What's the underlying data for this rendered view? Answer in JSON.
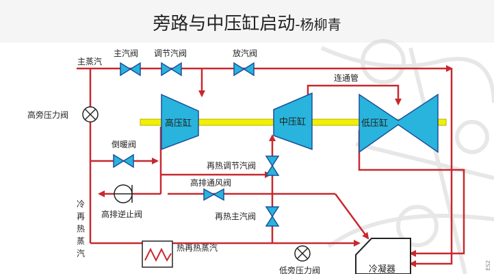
{
  "title": {
    "main": "旁路与中压缸启动",
    "suffix": "-杨柳青"
  },
  "labels": {
    "main_steam": "主蒸汽",
    "main_valve": "主汽阀",
    "control_valve": "调节汽阀",
    "vent_valve": "放汽阀",
    "crossover_pipe": "连通管",
    "hp_bypass_valve": "高旁压力阀",
    "hp_cylinder": "高压缸",
    "ip_cylinder": "中压缸",
    "lp_cylinder": "低压缸",
    "warmup_valve": "倒暖阀",
    "reheat_control_valve": "再热调节汽阀",
    "hp_exhaust_vent_valve": "高排通风阀",
    "cold_reheat_steam": "冷再热蒸汽",
    "hp_exhaust_check_valve": "高排逆止阀",
    "reheat_main_valve": "再热主汽阀",
    "hot_reheat_steam": "热再热蒸汽",
    "lp_bypass_valve": "低旁压力阀",
    "condenser": "冷凝器",
    "corner_mark": "ES2"
  },
  "colors": {
    "pipe": "#c8282e",
    "equipment": "#28b4dc",
    "shaft": "#f2f000",
    "outline": "#1c4f9c"
  }
}
